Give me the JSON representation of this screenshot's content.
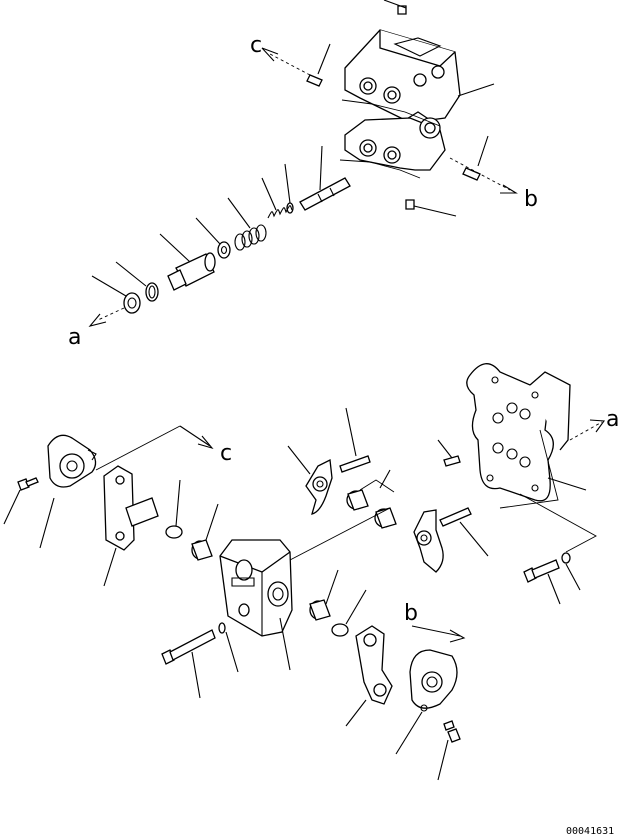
{
  "callouts": {
    "a_top": "a",
    "b_top": "b",
    "c_top": "c",
    "a_bottom": "a",
    "b_bottom": "b",
    "c_bottom": "c"
  },
  "drawing_code": "00041631"
}
